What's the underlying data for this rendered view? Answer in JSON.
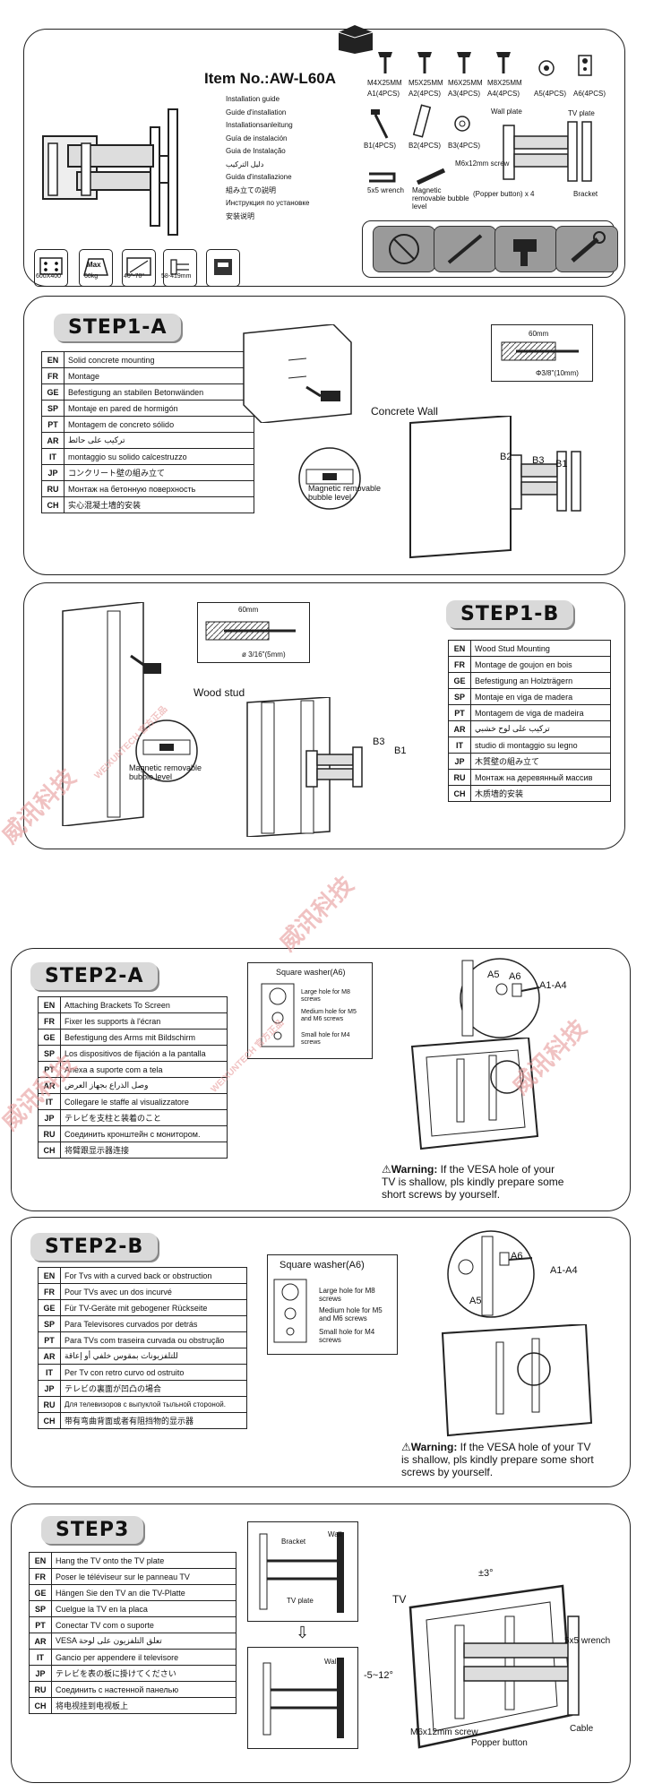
{
  "header": {
    "item_no": "Item No.:AW-L60A",
    "guides": [
      "Installation guide",
      "Guide d'installation",
      "Installationsanleitung",
      "Guía de instalación",
      "Guia de Instalação",
      "دليل التركيب",
      "Guida d'installazione",
      "組み立ての説明",
      "Инструкция по установке",
      "安装说明"
    ],
    "specs": [
      {
        "icon": "vesa-icon",
        "caption": "600X400"
      },
      {
        "icon": "weight-icon",
        "caption": "60kg",
        "inner": "Max"
      },
      {
        "icon": "screen-size-icon",
        "caption": "40\"-70\""
      },
      {
        "icon": "extension-icon",
        "caption": "58-419mm"
      },
      {
        "icon": "level-icon",
        "caption": ""
      }
    ]
  },
  "parts": {
    "screws": [
      {
        "size": "M4X25MM",
        "label": "A1(4PCS)"
      },
      {
        "size": "M5X25MM",
        "label": "A2(4PCS)"
      },
      {
        "size": "M6X25MM",
        "label": "A3(4PCS)"
      },
      {
        "size": "M8X25MM",
        "label": "A4(4PCS)"
      }
    ],
    "a5": "A5(4PCS)",
    "a6": "A6(4PCS)",
    "bolts": [
      "B1(4PCS)",
      "B2(4PCS)",
      "B3(4PCS)"
    ],
    "wall_plate": "Wall plate",
    "tv_plate": "TV plate",
    "m6_screw": "M6x12mm screw",
    "popper": "(Popper button) x 4",
    "bracket": "Bracket",
    "wrench": "5x5 wrench",
    "bubble": "Magnetic removable bubble level",
    "tools": [
      "drill-warning-icon",
      "screwdriver-icon",
      "drill-icon",
      "wrench-icon"
    ]
  },
  "step1a": {
    "title": "STEP1-A",
    "rows": [
      {
        "code": "EN",
        "text": "Solid concrete mounting"
      },
      {
        "code": "FR",
        "text": "Montage"
      },
      {
        "code": "GE",
        "text": "Befestigung an stabilen Betonwänden"
      },
      {
        "code": "SP",
        "text": "Montaje en pared de hormigón"
      },
      {
        "code": "PT",
        "text": "Montagem de concreto sólido"
      },
      {
        "code": "AR",
        "text": "تركيب على حائط"
      },
      {
        "code": "IT",
        "text": "montaggio su solido calcestruzzo"
      },
      {
        "code": "JP",
        "text": "コンクリート壁の組み立て"
      },
      {
        "code": "RU",
        "text": "Монтаж на бетонную поверхность"
      },
      {
        "code": "CH",
        "text": "实心混凝土墙的安装"
      }
    ],
    "depth": "60mm",
    "hole": "Φ3/8\"(10mm)",
    "wall": "Concrete Wall",
    "bubble": "Magnetic removable bubble level",
    "b1": "B1",
    "b2": "B2",
    "b3": "B3"
  },
  "step1b": {
    "title": "STEP1-B",
    "rows": [
      {
        "code": "EN",
        "text": "Wood Stud Mounting"
      },
      {
        "code": "FR",
        "text": "Montage de goujon en bois"
      },
      {
        "code": "GE",
        "text": "Befestigung an Holzträgern"
      },
      {
        "code": "SP",
        "text": "Montaje en viga de madera"
      },
      {
        "code": "PT",
        "text": "Montagem de viga de madeira"
      },
      {
        "code": "AR",
        "text": "تركيب على لوح خشبي"
      },
      {
        "code": "IT",
        "text": "studio di montaggio su legno"
      },
      {
        "code": "JP",
        "text": "木質壁の組み立て"
      },
      {
        "code": "RU",
        "text": "Монтаж на деревянный массив"
      },
      {
        "code": "CH",
        "text": "木质墙的安装"
      }
    ],
    "depth": "60mm",
    "hole": "ø 3/16\"(5mm)",
    "wall": "Wood stud",
    "bubble": "Magnetic removable bubble level",
    "b1": "B1",
    "b3": "B3"
  },
  "step2a": {
    "title": "STEP2-A",
    "rows": [
      {
        "code": "EN",
        "text": "Attaching Brackets To Screen"
      },
      {
        "code": "FR",
        "text": "Fixer les supports à l'écran"
      },
      {
        "code": "GE",
        "text": "Befestigung des Arms mit Bildschirm"
      },
      {
        "code": "SP",
        "text": "Los dispositivos de fijación a la pantalla"
      },
      {
        "code": "PT",
        "text": "Anexa a suporte com a tela"
      },
      {
        "code": "AR",
        "text": "وصل الذراع بجهاز العرض"
      },
      {
        "code": "IT",
        "text": "Collegare le staffe al visualizzatore"
      },
      {
        "code": "JP",
        "text": "テレビを支柱と装着のこと"
      },
      {
        "code": "RU",
        "text": "Соединить кронштейн с монитором."
      },
      {
        "code": "CH",
        "text": "将臂跟显示器连接"
      }
    ],
    "washer_title": "Square washer(A6)",
    "washer_holes": [
      "Large hole for M8 screws",
      "Medium hole for M5 and M6 screws",
      "Small hole for M4 screws"
    ],
    "a5": "A5",
    "a6": "A6",
    "a1a4": "A1-A4",
    "warning_bold": "Warning:",
    "warning_text": " If the VESA hole of your TV is shallow, pls kindly prepare some short screws by yourself."
  },
  "step2b": {
    "title": "STEP2-B",
    "rows": [
      {
        "code": "EN",
        "text": "For Tvs with a curved back or obstruction"
      },
      {
        "code": "FR",
        "text": "Pour TVs avec un dos incurvé"
      },
      {
        "code": "GE",
        "text": "Für TV-Geräte mit gebogener Rückseite"
      },
      {
        "code": "SP",
        "text": "Para Televisores curvados por detrás"
      },
      {
        "code": "PT",
        "text": "Para TVs com traseira curvada ou obstrução"
      },
      {
        "code": "AR",
        "text": "للتلفزيونات بمقوس خلفي أو إعاقة"
      },
      {
        "code": "IT",
        "text": "Per Tv con retro curvo od ostruito"
      },
      {
        "code": "JP",
        "text": "テレビの裏面が凹凸の場合"
      },
      {
        "code": "RU",
        "text": "Для телевизоров с выпуклой тыльной стороной."
      },
      {
        "code": "CH",
        "text": "带有弯曲背面或者有阻挡物的显示器"
      }
    ],
    "washer_title": "Square washer(A6)",
    "washer_holes": [
      "Large hole for M8 screws",
      "Medium hole for M5 and M6 screws",
      "Small hole for M4 screws"
    ],
    "a5": "A5",
    "a6": "A6",
    "a1a4": "A1-A4",
    "warning_bold": "Warning:",
    "warning_text": " If the VESA hole of your TV is shallow, pls kindly prepare some short screws by yourself."
  },
  "step3": {
    "title": "STEP3",
    "rows": [
      {
        "code": "EN",
        "text": "Hang the TV onto the TV plate"
      },
      {
        "code": "FR",
        "text": "Poser le téléviseur sur le panneau TV"
      },
      {
        "code": "GE",
        "text": "Hängen Sie den TV an die TV-Platte"
      },
      {
        "code": "SP",
        "text": "Cuelgue la TV en la placa"
      },
      {
        "code": "PT",
        "text": "Conectar TV com o suporte"
      },
      {
        "code": "AR",
        "text": "VESA  تعلق التلفزيون على لوحة"
      },
      {
        "code": "IT",
        "text": "Gancio per appendere il televisore"
      },
      {
        "code": "JP",
        "text": "テレビを表の板に掛けてください"
      },
      {
        "code": "RU",
        "text": "Соединить с настенной панелью"
      },
      {
        "code": "CH",
        "text": "将电视挂到电视板上"
      }
    ],
    "bracket": "Bracket",
    "wall": "Wall",
    "tv_plate": "TV plate",
    "wall2": "Wall",
    "tv": "TV",
    "swivel": "±3°",
    "tilt": "-5~12°",
    "wrench": "5x5 wrench",
    "m6": "M6x12mm screw",
    "popper": "Popper button",
    "cable": "Cable"
  },
  "watermark": [
    "威讯科技",
    "WEIXUNTECH 官方正品"
  ]
}
